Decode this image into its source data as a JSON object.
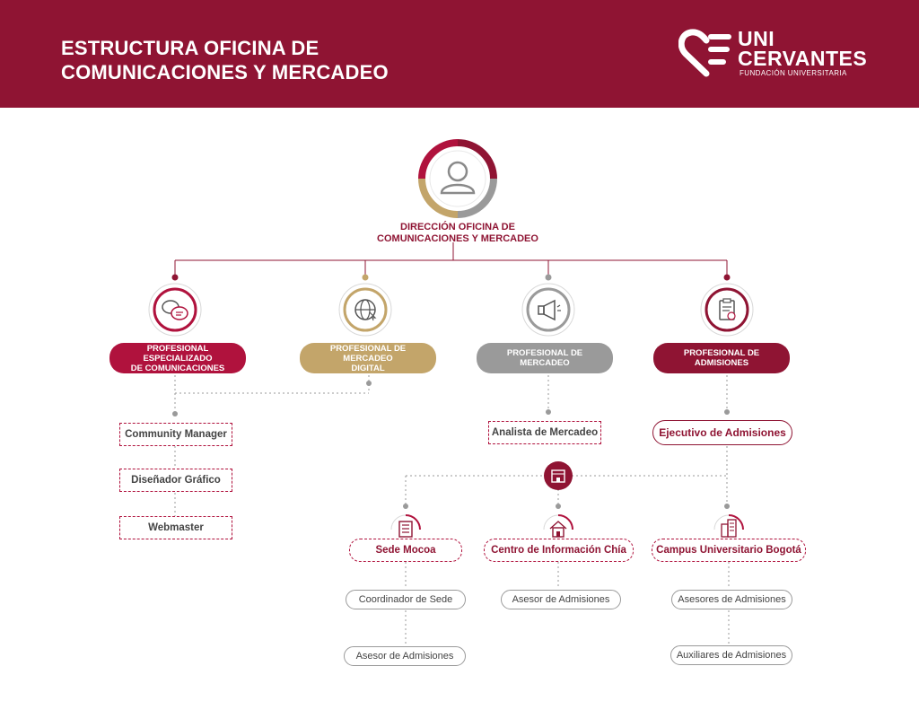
{
  "header": {
    "title_line1": "ESTRUCTURA OFICINA DE",
    "title_line2": "COMUNICACIONES Y MERCADEO",
    "logo_line1": "UNI",
    "logo_line2": "CERVANTES",
    "logo_sub": "FUNDACIÓN UNIVERSITARIA"
  },
  "colors": {
    "primary": "#8f1433",
    "gold": "#c3a56a",
    "gray": "#9a9a9a",
    "accent": "#b0123d"
  },
  "director": {
    "line1": "DIRECCIÓN OFICINA DE",
    "line2": "COMUNICACIONES Y MERCADEO",
    "icon": "user-icon"
  },
  "professionals": [
    {
      "line1": "PROFESIONAL ESPECIALIZADO",
      "line2": "DE COMUNICACIONES",
      "icon": "chat-icon"
    },
    {
      "line1": "PROFESIONAL DE MERCADEO",
      "line2": "DIGITAL",
      "icon": "globe-icon"
    },
    {
      "line1": "PROFESIONAL DE MERCADEO",
      "line2": "",
      "icon": "megaphone-icon"
    },
    {
      "line1": "PROFESIONAL DE ADMISIONES",
      "line2": "",
      "icon": "clipboard-icon"
    }
  ],
  "communications_team": [
    "Community Manager",
    "Diseñador Gráfico",
    "Webmaster"
  ],
  "marketing_analyst": "Analista de Mercadeo",
  "admissions_executive": "Ejecutivo de Admisiones",
  "sedes": [
    {
      "name": "Sede Mocoa",
      "roles": [
        "Coordinador de Sede",
        "Asesor de Admisiones"
      ]
    },
    {
      "name": "Centro de Información Chía",
      "roles": [
        "Asesor de Admisiones"
      ]
    },
    {
      "name": "Campus Universitario Bogotá",
      "roles": [
        "Asesores de Admisiones",
        "Auxiliares de Admisiones"
      ]
    }
  ]
}
